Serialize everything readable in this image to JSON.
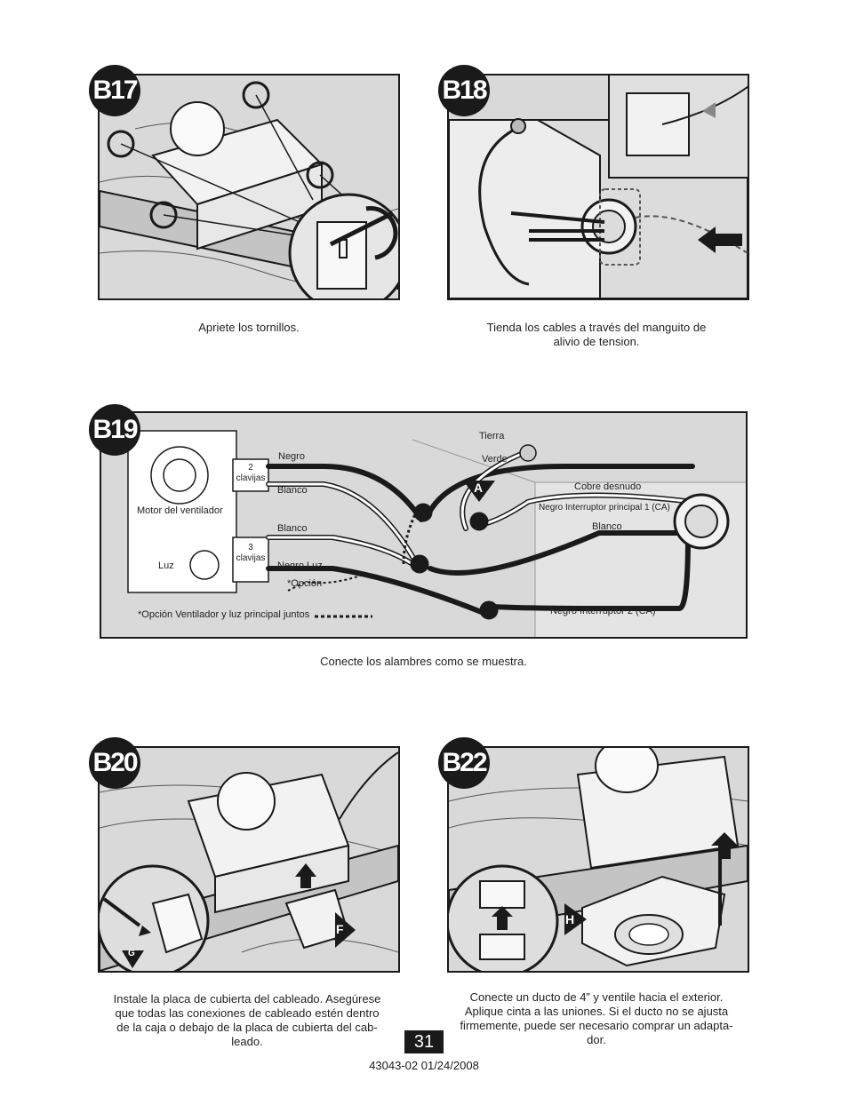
{
  "panels": {
    "b17": {
      "badge": "B17",
      "caption": "Apriete los tornillos."
    },
    "b18": {
      "badge": "B18",
      "caption_line1": "Tienda los cables a través del manguito de",
      "caption_line2": "alivio de tension."
    },
    "b19": {
      "badge": "B19",
      "caption": "Conecte los alambres como se muestra.",
      "labels": {
        "motor": "Motor del ventilador",
        "luz": "Luz",
        "plug2_num": "2",
        "plug2_word": "clavijas",
        "plug3_num": "3",
        "plug3_word": "clavijas",
        "negro_top": "Negro",
        "blanco_1": "Blanco",
        "blanco_2": "Blanco",
        "negro_luz": "Negro   Luz",
        "opcion": "*Opción",
        "opcion_note": "*Opción Ventilador y luz principal juntos",
        "tierra": "Tierra",
        "verde": "Verde",
        "marker_a": "A",
        "cobre": "Cobre desnudo",
        "negro_int1": "Negro   Interruptor principal 1 (CA)",
        "blanco_right": "Blanco",
        "negro_int2": "Negro    Interruptor 2 (CA)"
      }
    },
    "b20": {
      "badge": "B20",
      "marker_f": "F",
      "marker_g": "G",
      "caption_lines": [
        "Instale la placa de cubierta del cableado. Asegúrese",
        "que todas las conexiones de cableado estén dentro",
        "de la caja o debajo de la placa de cubierta del cab-",
        "leado."
      ]
    },
    "b22": {
      "badge": "B22",
      "marker_h": "H",
      "caption_lines": [
        "Conecte un ducto de 4” y ventile hacia el exterior.",
        "Aplique cinta a las uniones. Si el ducto no se ajusta",
        "firmemente, puede ser necesario comprar un adapta-",
        "dor."
      ]
    }
  },
  "page_number": "31",
  "footer": "43043-02  01/24/2008"
}
